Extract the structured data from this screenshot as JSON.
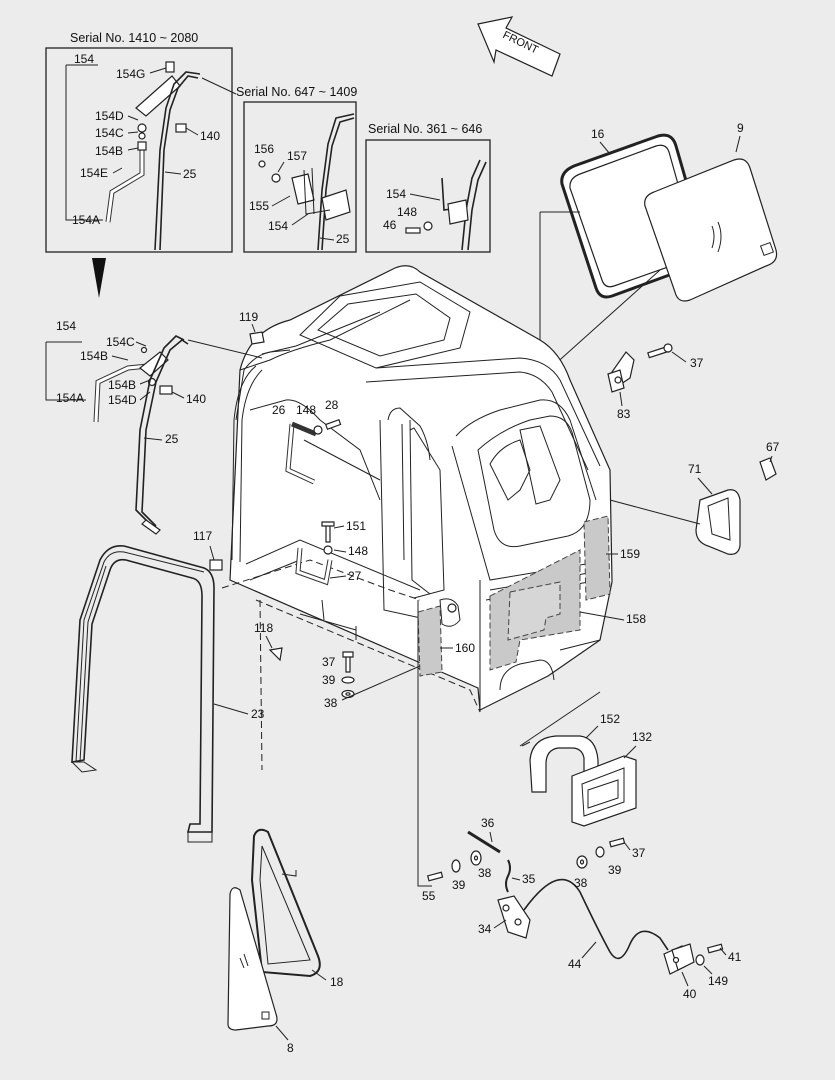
{
  "front_arrow": {
    "label": "FRONT"
  },
  "insets": {
    "serial_1410_2080": "Serial No. 1410 ~ 2080",
    "serial_647_1409": "Serial No. 647 ~ 1409",
    "serial_361_646": "Serial No. 361 ~ 646"
  },
  "labels": {
    "p154_a": "154",
    "p154G": "154G",
    "p154D_a": "154D",
    "p154C_a": "154C",
    "p154B_a": "154B",
    "p154E": "154E",
    "p154A_a": "154A",
    "p140_a": "140",
    "p25_a": "25",
    "p156": "156",
    "p157": "157",
    "p155": "155",
    "p154_b": "154",
    "p25_b": "25",
    "p154_c": "154",
    "p148_a": "148",
    "p46": "46",
    "p16": "16",
    "p9": "9",
    "p154_d": "154",
    "p154C_b": "154C",
    "p154B_b": "154B",
    "p154A_b": "154A",
    "p154B_c": "154B",
    "p154D_b": "154D",
    "p140_b": "140",
    "p25_c": "25",
    "p119": "119",
    "p26": "26",
    "p148_b": "148",
    "p28": "28",
    "p37_a": "37",
    "p83": "83",
    "p67": "67",
    "p71": "71",
    "p117": "117",
    "p151": "151",
    "p148_c": "148",
    "p27": "27",
    "p159": "159",
    "p158": "158",
    "p160": "160",
    "p118": "118",
    "p37_b": "37",
    "p39_a": "39",
    "p38_a": "38",
    "p23": "23",
    "p152": "152",
    "p132": "132",
    "p36": "36",
    "p55": "55",
    "p39_b": "39",
    "p38_b": "38",
    "p35": "35",
    "p34": "34",
    "p38_c": "38",
    "p39_c": "39",
    "p37_c": "37",
    "p44": "44",
    "p41": "41",
    "p149": "149",
    "p40": "40",
    "p18": "18",
    "p8": "8"
  }
}
